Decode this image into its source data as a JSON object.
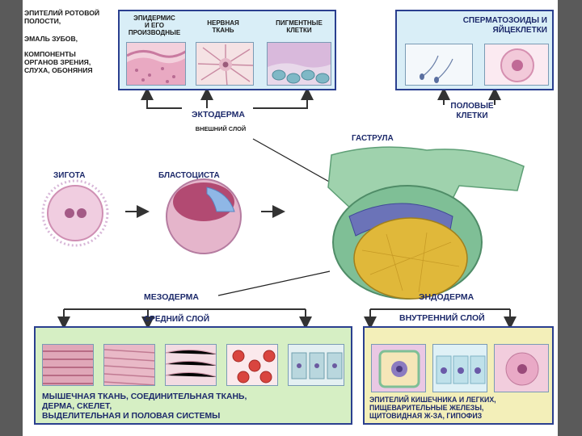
{
  "left_notes": [
    "ЭПИТЕЛИЙ РОТОВОЙ\nПОЛОСТИ,",
    "ЭМАЛЬ ЗУБОВ,",
    "КОМПОНЕНТЫ\nОРГАНОВ ЗРЕНИЯ,\nСЛУХА, ОБОНЯНИЯ"
  ],
  "ectoderm": {
    "derivatives": [
      "ЭПИДЕРМИС\nИ ЕГО\nПРОИЗВОДНЫЕ",
      "НЕРВНАЯ\nТКАНЬ",
      "ПИГМЕНТНЫЕ\nКЛЕТКИ"
    ],
    "title": "ЭКТОДЕРМА",
    "subtitle": "ВНЕШНИЙ СЛОЙ"
  },
  "germ": {
    "title": "СПЕРМАТОЗОИДЫ   И\nЯЙЦЕКЛЕТКИ",
    "label": "ПОЛОВЫЕ\nКЛЕТКИ"
  },
  "stages": {
    "zygote": "ЗИГОТА",
    "blastocyst": "БЛАСТОЦИСТА",
    "gastrula": "ГАСТРУЛА"
  },
  "mesoderm": {
    "title": "МЕЗОДЕРМА",
    "subtitle": "СРЕДНИЙ СЛОЙ",
    "caption": "МЫШЕЧНАЯ ТКАНЬ, СОЕДИНИТЕЛЬНАЯ ТКАНЬ,\nДЕРМА, СКЕЛЕТ,\nВЫДЕЛИТЕЛЬНАЯ И ПОЛОВАЯ СИСТЕМЫ"
  },
  "endoderm": {
    "title": "ЭНДОДЕРМА",
    "subtitle": "ВНУТРЕННИЙ СЛОЙ",
    "caption": "ЭПИТЕЛИЙ КИШЕЧНИКА И ЛЕГКИХ,\nПИЩЕВАРИТЕЛЬНЫЕ ЖЕЛЕЗЫ,\nЩИТОВИДНАЯ Ж-ЗА, ГИПОФИЗ"
  },
  "colors": {
    "ectoderm_box": "#d9eef7",
    "mesoderm_box": "#d6efc4",
    "endoderm_box": "#f3efb9",
    "frame": "#2a3f8f",
    "gastrula_outer": "#7fbf96",
    "gastrula_yolk": "#e0b83a",
    "gastrula_ecto": "#6b73b8"
  }
}
